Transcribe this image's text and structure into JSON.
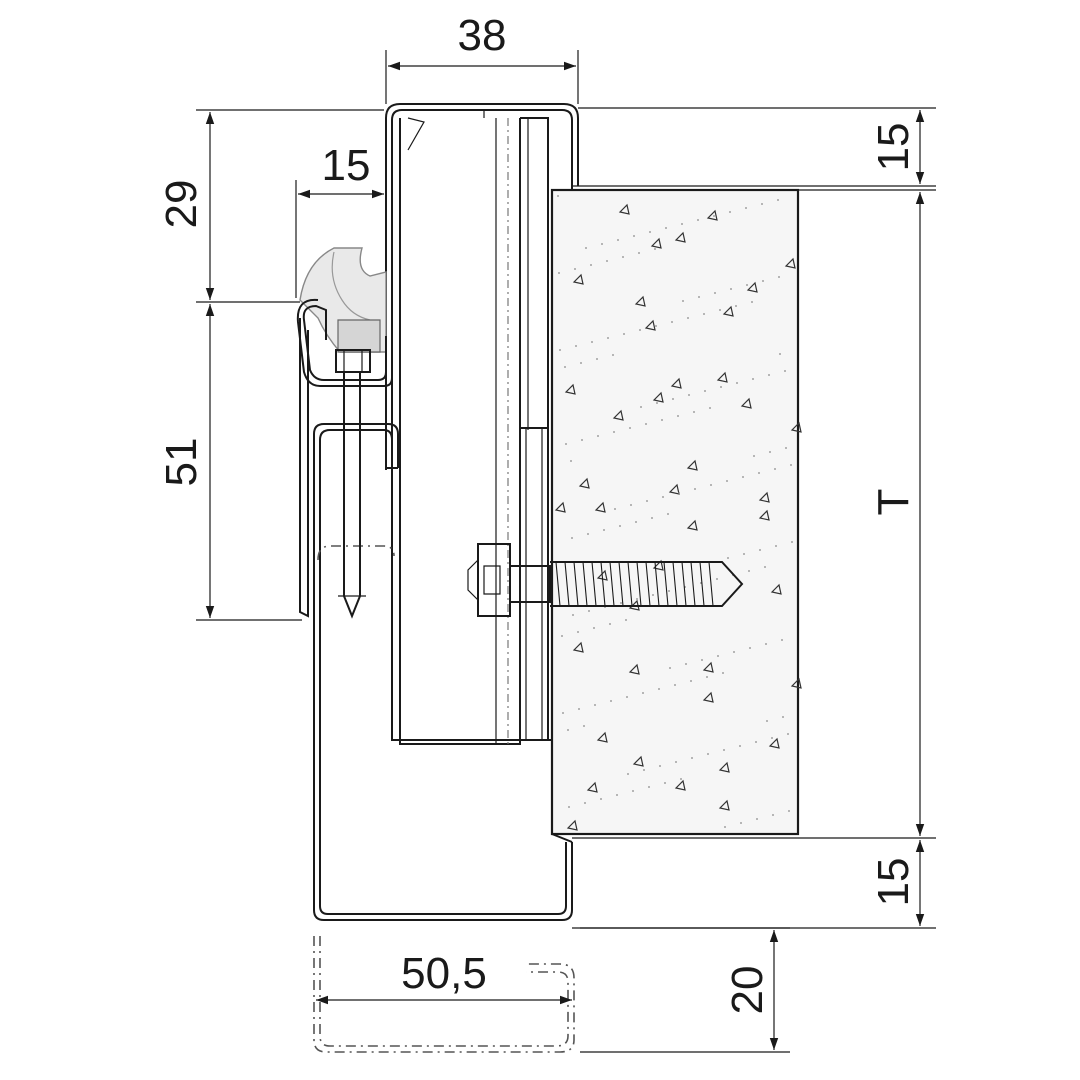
{
  "dimensions": {
    "top_width": "38",
    "lip_depth": "15",
    "upper_height": "29",
    "clip_height": "51",
    "top_return": "15",
    "bottom_return": "15",
    "wall_thickness": "T",
    "frame_width": "50,5",
    "extension_depth": "20"
  },
  "colors": {
    "line": "#1a1a1a",
    "concrete_fill": "#f6f6f6",
    "gasket_fill": "#e9e9e9"
  }
}
